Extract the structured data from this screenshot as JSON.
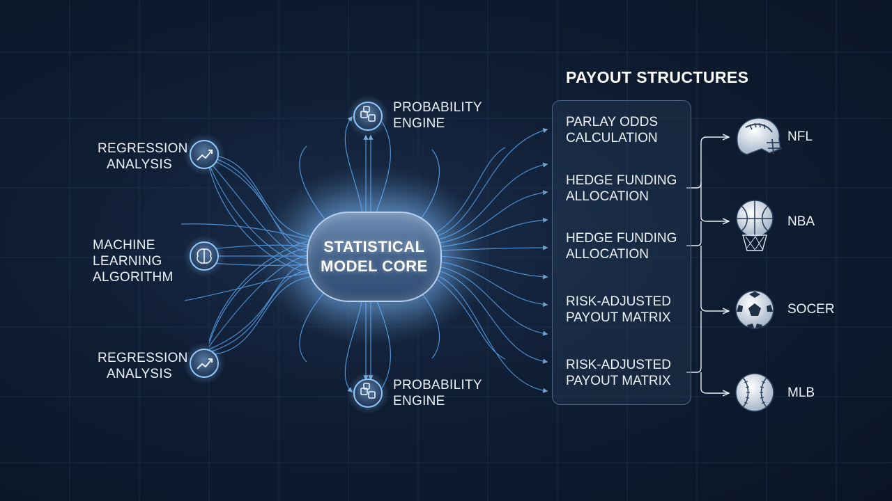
{
  "core": {
    "line1": "STATISTICAL",
    "line2": "MODEL CORE"
  },
  "inputs": [
    {
      "line1": "REGRESSION",
      "line2": "ANALYSIS",
      "icon": "trend-chart-icon"
    },
    {
      "line1": "MACHINE",
      "line2": "LEARNING",
      "line3": "ALGORITHM",
      "icon": "brain-icon"
    },
    {
      "line1": "REGRESSION",
      "line2": "ANALYSIS",
      "icon": "trend-chart-icon"
    }
  ],
  "engines": [
    {
      "line1": "PROBABILITY",
      "line2": "ENGINE",
      "icon": "dice-icon"
    },
    {
      "line1": "PROBABILITY",
      "line2": "ENGINE",
      "icon": "dice-icon"
    }
  ],
  "payout": {
    "title": "PAYOUT STRUCTURES",
    "items": [
      {
        "line1": "PARLAY ODDS",
        "line2": "CALCULATION"
      },
      {
        "line1": "HEDGE FUNDING",
        "line2": "ALLOCATION"
      },
      {
        "line1": "HEDGE FUNDING",
        "line2": "ALLOCATION"
      },
      {
        "line1": "RISK-ADJUSTED",
        "line2": "PAYOUT MATRIX"
      },
      {
        "line1": "RISK-ADJUSTED",
        "line2": "PAYOUT MATRIX"
      }
    ]
  },
  "sports": [
    {
      "label": "NFL",
      "icon": "football-helmet-icon"
    },
    {
      "label": "NBA",
      "icon": "basketball-hoop-icon"
    },
    {
      "label": "SOCER",
      "icon": "soccer-ball-icon"
    },
    {
      "label": "MLB",
      "icon": "baseball-icon"
    }
  ],
  "colors": {
    "accent": "#7ec3ff",
    "background": "#0f1d33",
    "line": "#5fb0ff"
  }
}
